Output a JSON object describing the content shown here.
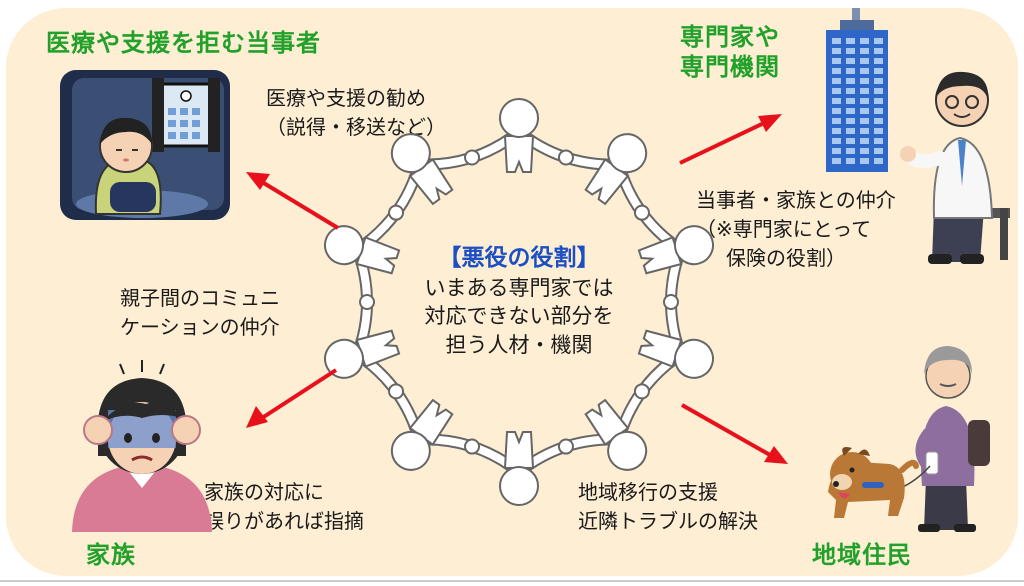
{
  "headings": {
    "refuser": "医療や支援を拒む当事者",
    "experts": [
      "専門家や",
      "専門機関"
    ],
    "family": "家族",
    "residents": "地域住民"
  },
  "notes": {
    "refuser": [
      "医療や支援の勧め",
      "（説得・移送など）"
    ],
    "experts": [
      "当事者・家族との仲介",
      "（※専門家にとって",
      "保険の役割）"
    ],
    "family_comm": [
      "親子間のコミュニ",
      "ケーションの仲介"
    ],
    "family_correct": [
      "家族の対応に",
      "誤りがあれば指摘"
    ],
    "residents": [
      "地域移行の支援",
      "近隣トラブルの解決"
    ]
  },
  "center": {
    "title": "【悪役の役割】",
    "description": [
      "いまある専門家では",
      "対応できない部分を",
      "担う人材・機関"
    ]
  },
  "colors": {
    "background": "#fdeed4",
    "heading": "#22a12a",
    "center_title": "#1d4fc4",
    "arrow": "#e8101a"
  },
  "icons": {
    "ring": "people-ring-icon",
    "refuser": "withdrawn-person-icon",
    "experts": "office-building-icon",
    "doctor": "doctor-icon",
    "family": "distressed-mother-icon",
    "residents": "elderly-walker-with-dog-icon"
  }
}
